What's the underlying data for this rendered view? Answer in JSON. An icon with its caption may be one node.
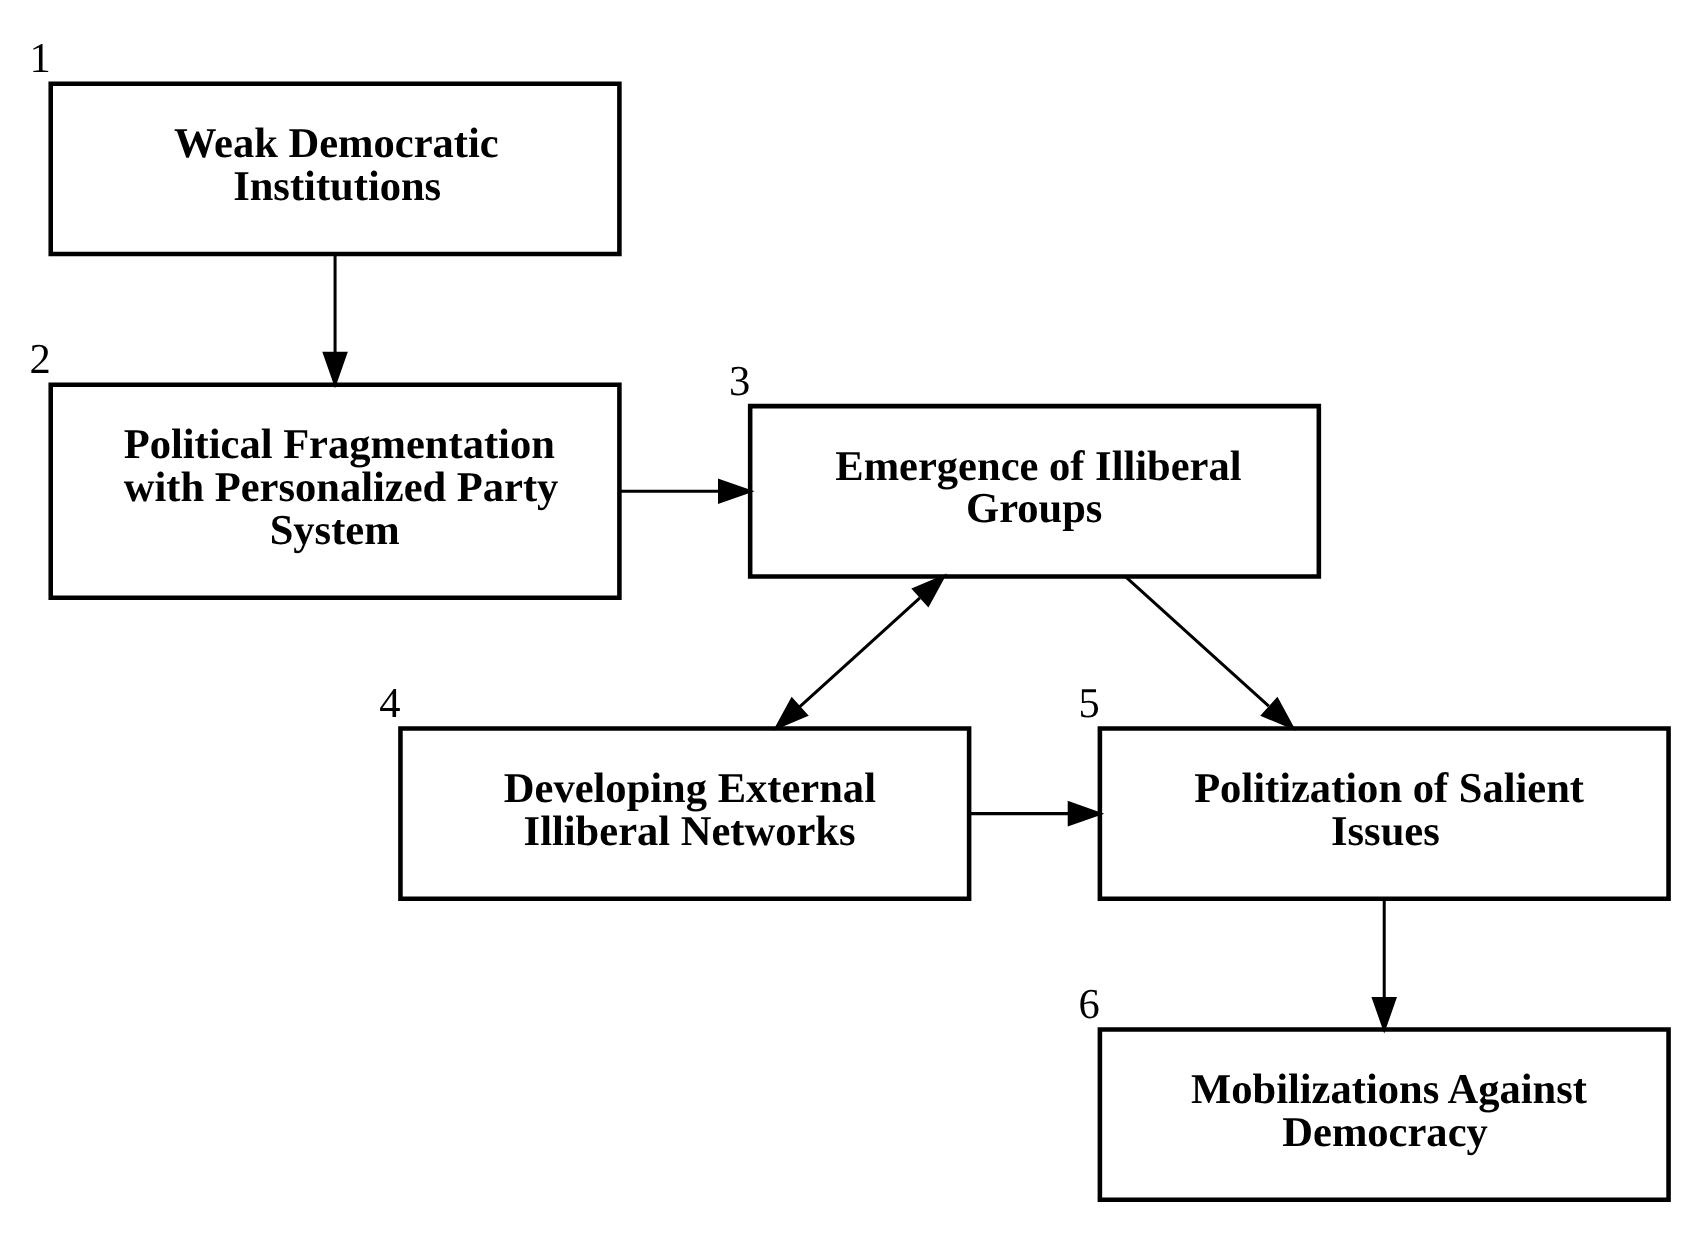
{
  "diagram": {
    "nodes": [
      {
        "text": [
          "Weak Democratic Institutions"
        ],
        "beside": [
          "1"
        ]
      },
      {
        "text": [
          "Political Fragmentation with Personalized Party System"
        ],
        "beside": [
          "2"
        ]
      },
      {
        "text": [
          "Emergence of Illiberal Groups"
        ],
        "beside": [
          "3"
        ]
      },
      {
        "text": [
          "Developing External Illiberal Networks"
        ],
        "beside": [
          "4"
        ]
      },
      {
        "text": [
          "Politization of Salient Issues"
        ],
        "beside": [
          "5"
        ]
      },
      {
        "text": [
          "Mobilizations Against Democracy"
        ],
        "beside": [
          "6"
        ]
      }
    ],
    "edges": [
      {
        "from": 0,
        "to": 1,
        "arrow": "to"
      },
      {
        "from": 1,
        "to": 2,
        "arrow": "to"
      },
      {
        "from": 2,
        "to": 3,
        "arrow": "both"
      },
      {
        "from": 2,
        "to": 4,
        "arrow": "to"
      },
      {
        "from": 3,
        "to": 4,
        "arrow": "to"
      },
      {
        "from": 4,
        "to": 5,
        "arrow": "to"
      }
    ]
  }
}
